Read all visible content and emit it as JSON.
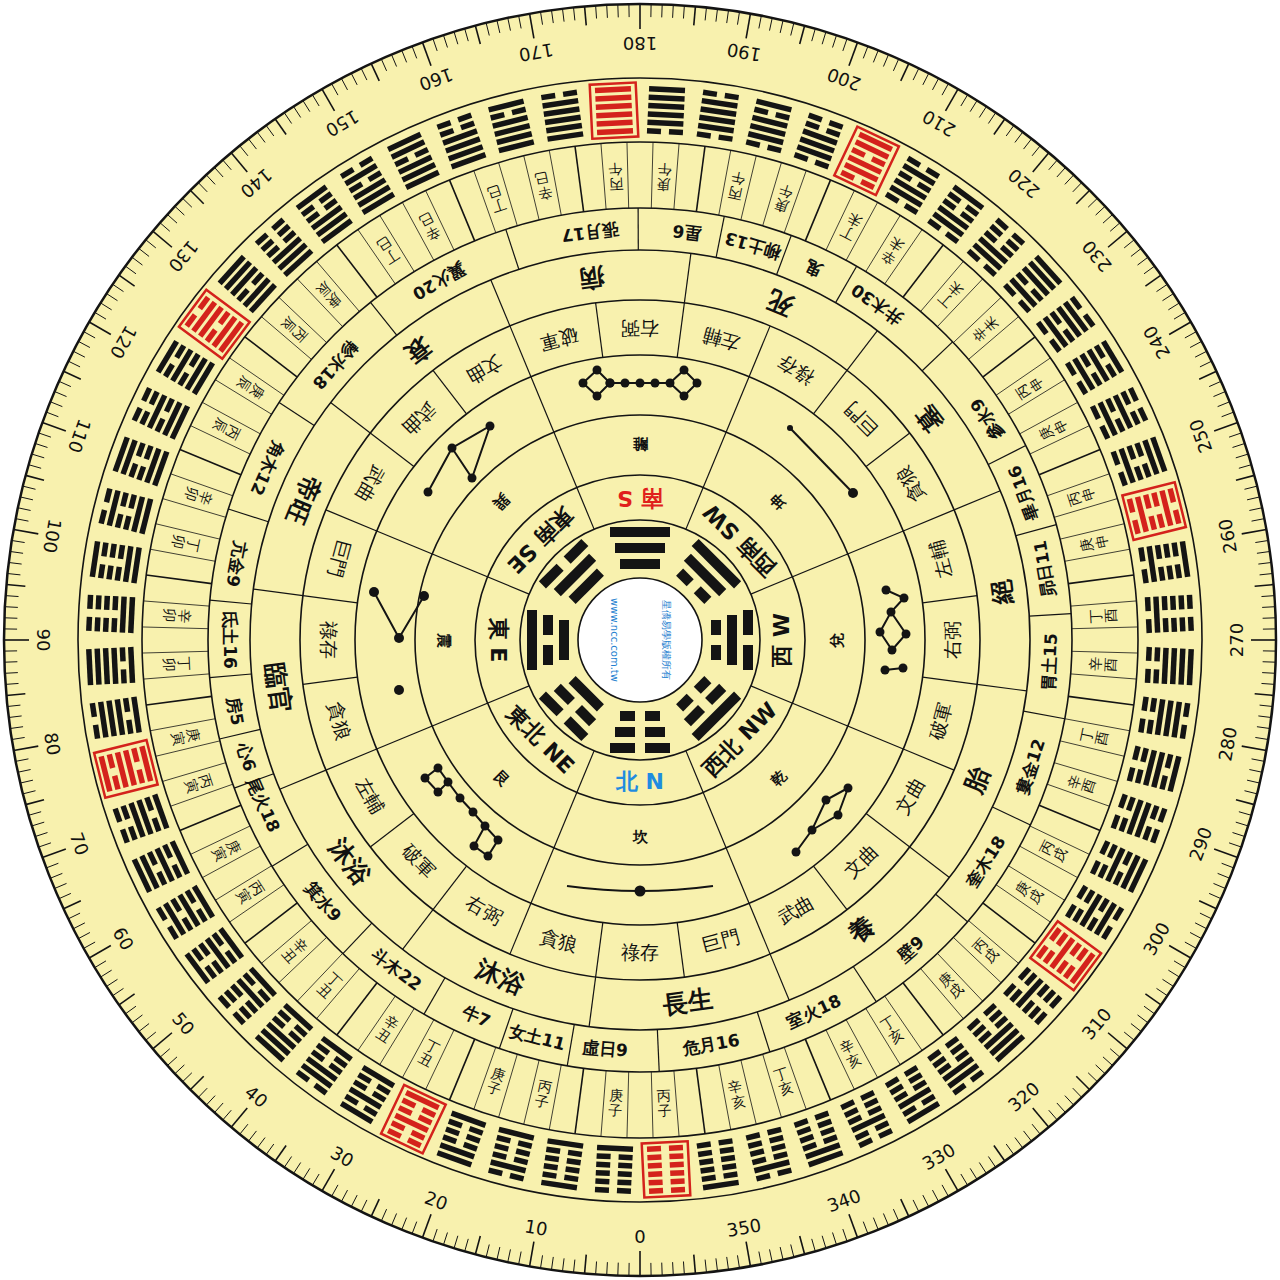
{
  "diagram": {
    "labels": [
      "0",
      "10",
      "20",
      "30",
      "40",
      "50",
      "60",
      "70",
      "80",
      "90",
      "100",
      "110",
      "120",
      "130",
      "140",
      "150",
      "160",
      "170",
      "180",
      "190",
      "200",
      "210",
      "220",
      "230",
      "240",
      "250",
      "260",
      "270",
      "280",
      "290",
      "300",
      "310",
      "320",
      "330",
      "340",
      "350",
      "丙子",
      "庚子",
      "丙子",
      "庚子",
      "丁丑",
      "辛丑",
      "丁丑",
      "辛丑",
      "丙寅",
      "庚寅",
      "丙寅",
      "庚寅",
      "丁卯",
      "辛卯",
      "丁卯",
      "辛卯",
      "丙辰",
      "庚辰",
      "丙辰",
      "庚辰",
      "丁巳",
      "辛巳",
      "丁巳",
      "辛巳",
      "丙午",
      "庚午",
      "丙午",
      "庚午",
      "丁未",
      "辛未",
      "丁未",
      "辛未",
      "丙申",
      "庚申",
      "丙申",
      "庚申",
      "丁酉",
      "辛酉",
      "丁酉",
      "辛酉",
      "丙戌",
      "庚戌",
      "丙戌",
      "庚戌",
      "丁亥",
      "辛亥",
      "丁亥",
      "辛亥",
      "虛日9",
      "女土11",
      "牛7",
      "斗木22",
      "箕水9",
      "尾火18",
      "心6",
      "房5",
      "氐土16",
      "亢金9",
      "角木12",
      "軫水18",
      "翼火20",
      "張月17",
      "星6",
      "柳土13",
      "鬼",
      "井木30",
      "參水9",
      "畢月16",
      "昴日11",
      "胃土15",
      "婁金12",
      "奎木18",
      "壁9",
      "室火18",
      "危月16",
      "長生",
      "沐浴",
      "沐浴",
      "臨官",
      "帝旺",
      "衰",
      "病",
      "死",
      "墓",
      "絕",
      "胎",
      "養",
      "祿存",
      "貪狼",
      "右弼",
      "破軍",
      "左輔",
      "貪狼",
      "祿存",
      "巨門",
      "武曲",
      "武曲",
      "文曲",
      "破軍",
      "右弼",
      "左輔",
      "祿存",
      "巨門",
      "貪狼",
      "左輔",
      "右弼",
      "破軍",
      "文曲",
      "文曲",
      "武曲",
      "巨門",
      "坎",
      "艮",
      "震",
      "巽",
      "離",
      "坤",
      "兌",
      "乾",
      "北 N",
      "東北 NE",
      "東 E",
      "東南 SE",
      "南 S",
      "西南 SW",
      "西 W",
      "西北 NW",
      "www.ncc.com.tw",
      "星僑易學版權所有"
    ]
  }
}
